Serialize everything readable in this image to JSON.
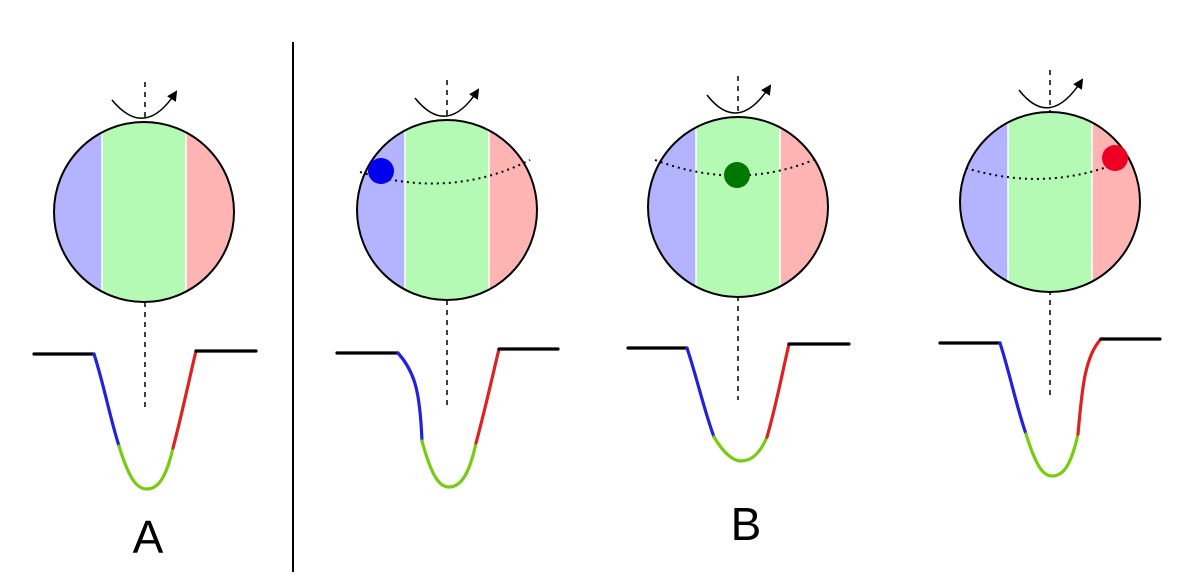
{
  "panels": [
    {
      "label": "A"
    },
    {
      "label": "B"
    }
  ],
  "colors": {
    "approaching_band": "#b3b3ff",
    "center_band": "#b4fab4",
    "receding_band": "#ffb4b4",
    "outline": "#000000",
    "line_blue": "#2222dd",
    "line_green": "#77cc11",
    "line_red": "#dd2222",
    "dot_blue": "#0000ee",
    "dot_green": "#007700",
    "dot_red": "#ee0022"
  },
  "icons": {
    "rotation": "curved-arrow-icon",
    "axis": "dashed-axis-line"
  },
  "frames": [
    {
      "name": "no-planet",
      "planet": "none",
      "profile": "symmetric"
    },
    {
      "name": "planet-on-approaching-side",
      "planet": "blue",
      "profile": "blue-wing-dip"
    },
    {
      "name": "planet-at-center",
      "planet": "green",
      "profile": "center-dip"
    },
    {
      "name": "planet-on-receding-side",
      "planet": "red",
      "profile": "red-wing-dip"
    }
  ]
}
